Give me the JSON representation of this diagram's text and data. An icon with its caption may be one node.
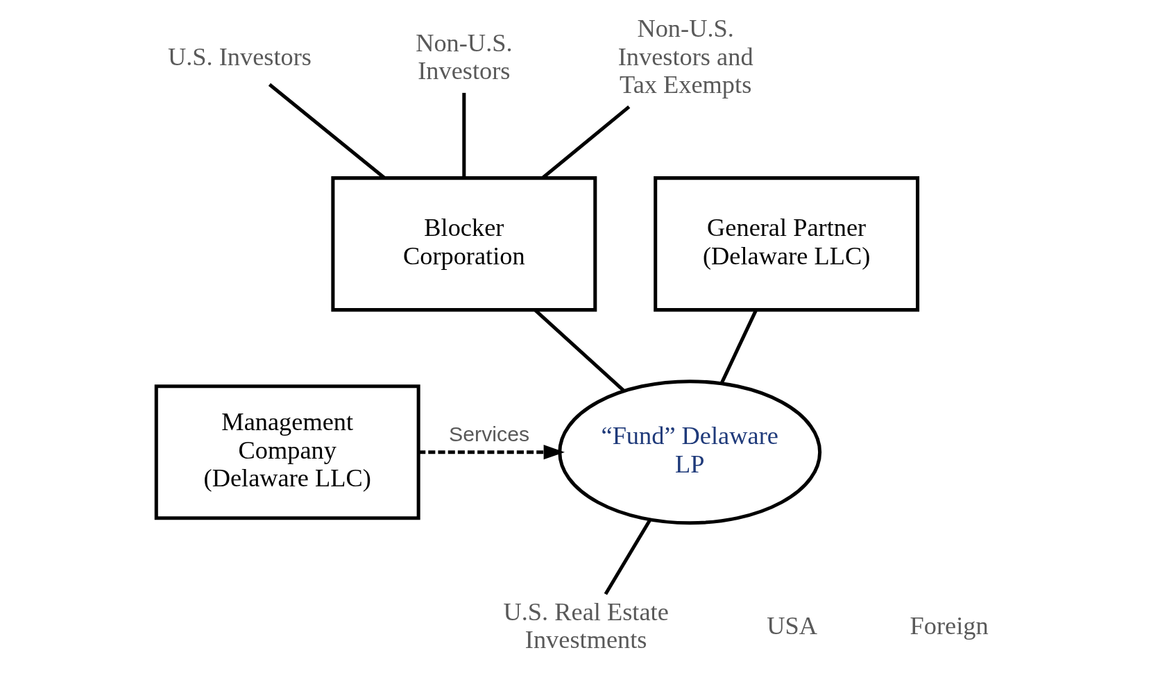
{
  "diagram": {
    "nodes": [
      {
        "text": [
          "U.S. Investors"
        ]
      },
      {
        "text": [
          "Non-U.S. Investors"
        ]
      },
      {
        "text": [
          "Non-U.S. Investors and Tax Exempts"
        ]
      },
      {
        "text": [
          "Blocker Corporation"
        ]
      },
      {
        "text": [
          "General Partner (Delaware LLC)"
        ]
      },
      {
        "text": [
          "Management Company (Delaware LLC)"
        ]
      },
      {
        "text": [
          "“Fund” Delaware LP"
        ]
      },
      {
        "text": [
          "U.S. Real Estate Investments"
        ]
      }
    ],
    "edges": [
      {
        "from": 0,
        "to": 3,
        "arrow": "none"
      },
      {
        "from": 1,
        "to": 3,
        "arrow": "none"
      },
      {
        "from": 2,
        "to": 3,
        "arrow": "none"
      },
      {
        "from": 3,
        "to": 6,
        "arrow": "none"
      },
      {
        "from": 4,
        "to": 6,
        "arrow": "none"
      },
      {
        "from": 5,
        "to": 6,
        "arrow": "to",
        "label": "Services",
        "style": "dashed"
      },
      {
        "from": 6,
        "to": 7,
        "arrow": "none"
      }
    ],
    "labels": [
      "USA",
      "Foreign"
    ]
  }
}
